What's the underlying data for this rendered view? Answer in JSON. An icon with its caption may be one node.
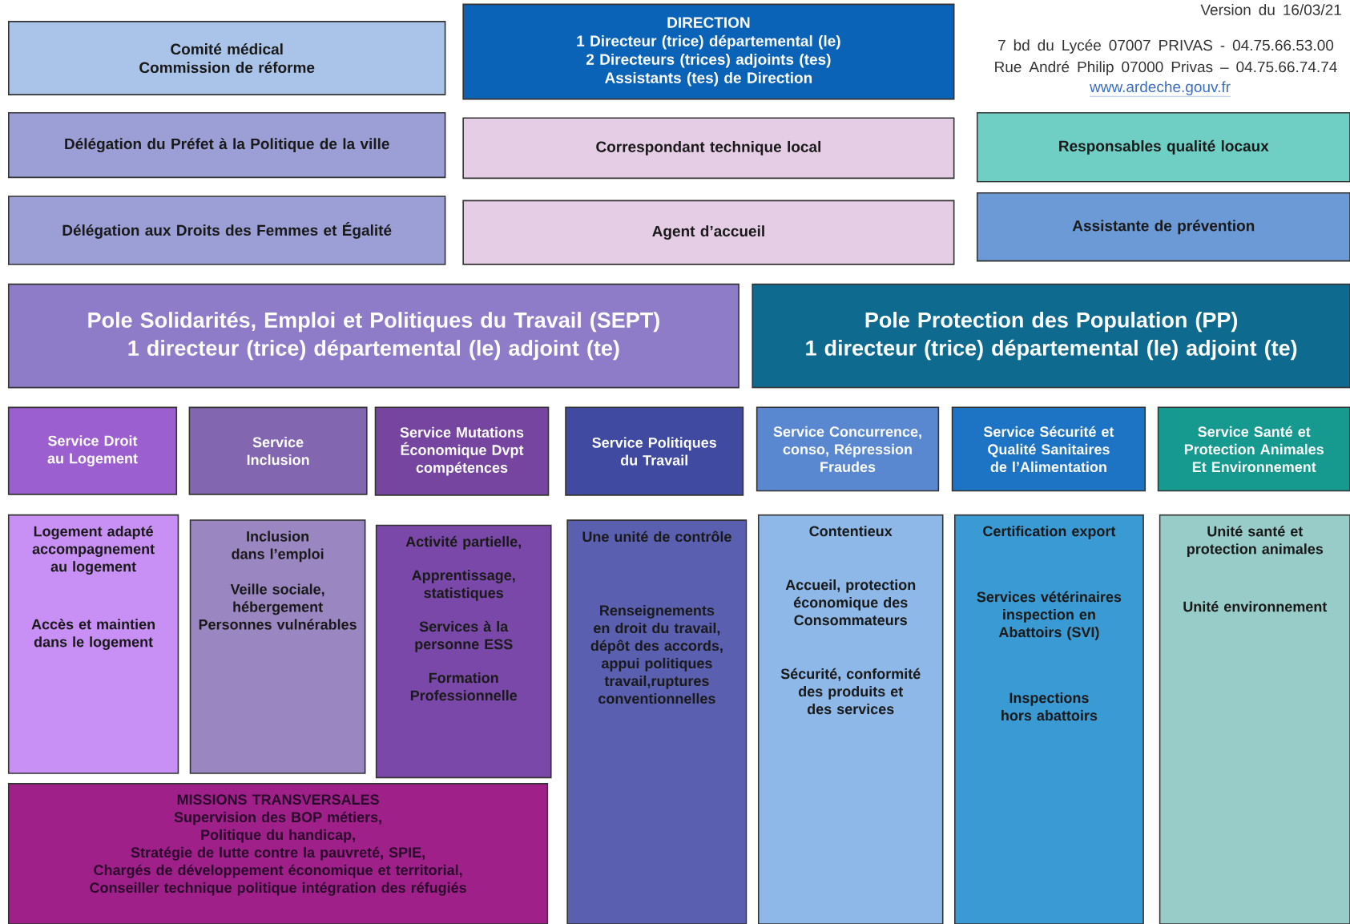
{
  "diagram": {
    "nodes": [
      {
        "text": [
          "Comité médical",
          "Commission de réforme"
        ]
      },
      {
        "text": [
          "DIRECTION",
          "1 Directeur (trice) départemental (le)",
          "2 Directeurs (trices) adjoints (tes)",
          "Assistants (tes) de Direction"
        ]
      },
      {
        "text": [
          "Délégation du Préfet à la Politique de la ville"
        ]
      },
      {
        "text": [
          "Correspondant technique local"
        ]
      },
      {
        "text": [
          "Responsables qualité locaux"
        ]
      },
      {
        "text": [
          "Délégation aux Droits des Femmes et Égalité"
        ]
      },
      {
        "text": [
          "Agent d’accueil"
        ]
      },
      {
        "text": [
          "Assistante de prévention"
        ]
      },
      {
        "text": [
          "Pole Solidarités, Emploi et Politiques du Travail (SEPT)",
          "1 directeur (trice) départemental (le) adjoint (te)"
        ]
      },
      {
        "text": [
          "Pole Protection des Population (PP)",
          "1 directeur (trice) départemental (le) adjoint (te)"
        ]
      },
      {
        "text": [
          "Service Droit au Logement"
        ]
      },
      {
        "text": [
          "Service Inclusion"
        ]
      },
      {
        "text": [
          "Service Mutations Économique Dvpt compétences"
        ]
      },
      {
        "text": [
          "Service Politiques du Travail"
        ]
      },
      {
        "text": [
          "Service Concurrence, conso, Répression Fraudes"
        ]
      },
      {
        "text": [
          "Service Sécurité et Qualité Sanitaires de l’Alimentation"
        ]
      },
      {
        "text": [
          "Service Santé et Protection Animales Et Environnement"
        ]
      },
      {
        "text": [
          "Logement adapté accompagnement au logement",
          "Accès et maintien dans le logement"
        ]
      },
      {
        "text": [
          "Inclusion dans l’emploi",
          "Veille sociale, hébergement Personnes vulnérables"
        ]
      },
      {
        "text": [
          "Activité partielle,",
          "Apprentissage, statistiques",
          "Services à la personne ESS",
          "Formation Professionnelle"
        ]
      },
      {
        "text": [
          "Une unité de contrôle",
          "Renseignements en droit du travail, dépôt des accords, appui politiques travail,ruptures conventionnelles"
        ]
      },
      {
        "text": [
          "Contentieux",
          "Accueil, protection économique des Consommateurs",
          "Sécurité, conformité des produits et des services"
        ]
      },
      {
        "text": [
          "Certification export",
          "Services vétérinaires inspection en Abattoirs (SVI)",
          "Inspections hors abattoirs"
        ]
      },
      {
        "text": [
          "Unité santé et protection animales",
          "Unité environnement"
        ]
      },
      {
        "text": [
          "MISSIONS TRANSVERSALES",
          "Supervision des BOP métiers,",
          "Politique du handicap,",
          "Stratégie de lutte contre la pauvreté, SPIE,",
          "Chargés de développement économique et territorial,",
          "Conseiller technique politique intégration des réfugiés"
        ]
      }
    ],
    "labels": [
      "Version du 16/03/21",
      "7 bd du Lycée  07007 PRIVAS - 04.75.66.53.00",
      "Rue André Philip 07000 Privas – 04.75.66.74.74",
      "www.ardeche.gouv.fr"
    ]
  }
}
